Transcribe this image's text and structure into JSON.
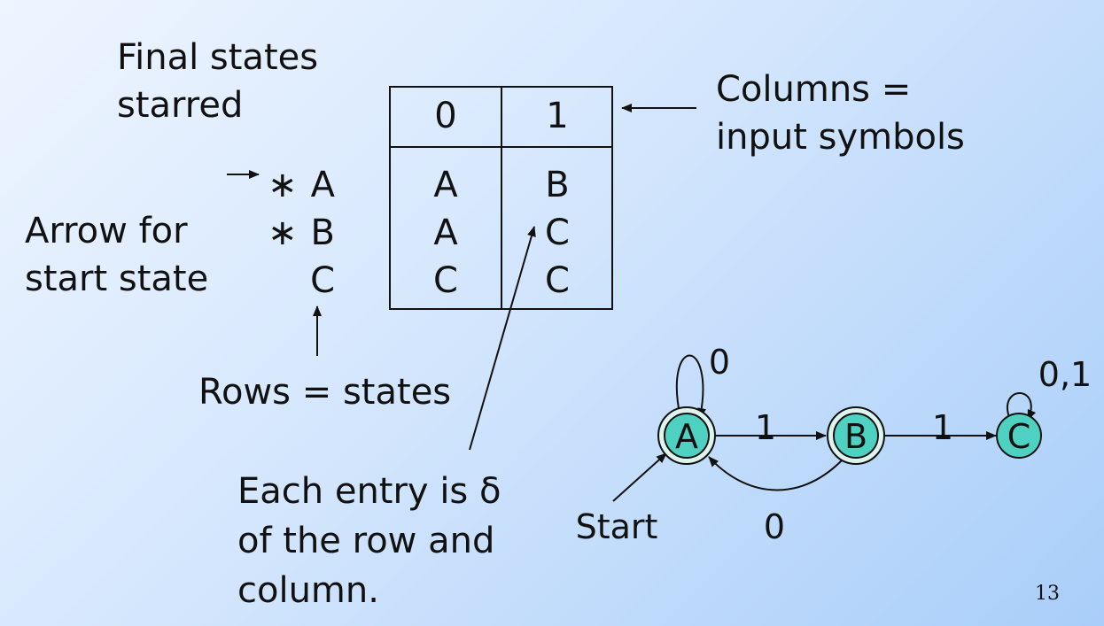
{
  "notes": {
    "final_states_line1": "Final states",
    "final_states_line2": "starred",
    "arrow_line1": "Arrow for",
    "arrow_line2": "start state",
    "rows": "Rows = states",
    "columns_line1": "Columns =",
    "columns_line2": "input symbols",
    "entry_line1": "Each entry is δ",
    "entry_line2": "of the row and",
    "entry_line3": "column."
  },
  "table": {
    "columns": [
      "0",
      "1"
    ],
    "rows": [
      {
        "state": "A",
        "star": "∗",
        "cells": [
          "A",
          "B"
        ]
      },
      {
        "state": "B",
        "star": "∗",
        "cells": [
          "A",
          "C"
        ]
      },
      {
        "state": "C",
        "star": "",
        "cells": [
          "C",
          "C"
        ]
      }
    ]
  },
  "diagram": {
    "states": [
      "A",
      "B",
      "C"
    ],
    "start_label": "Start",
    "label_A_loop": "0",
    "label_AB": "1",
    "label_BC": "1",
    "label_BA": "0",
    "label_C_loop": "0,1",
    "state_fill": "#4fd1c1"
  },
  "page_number": "13"
}
